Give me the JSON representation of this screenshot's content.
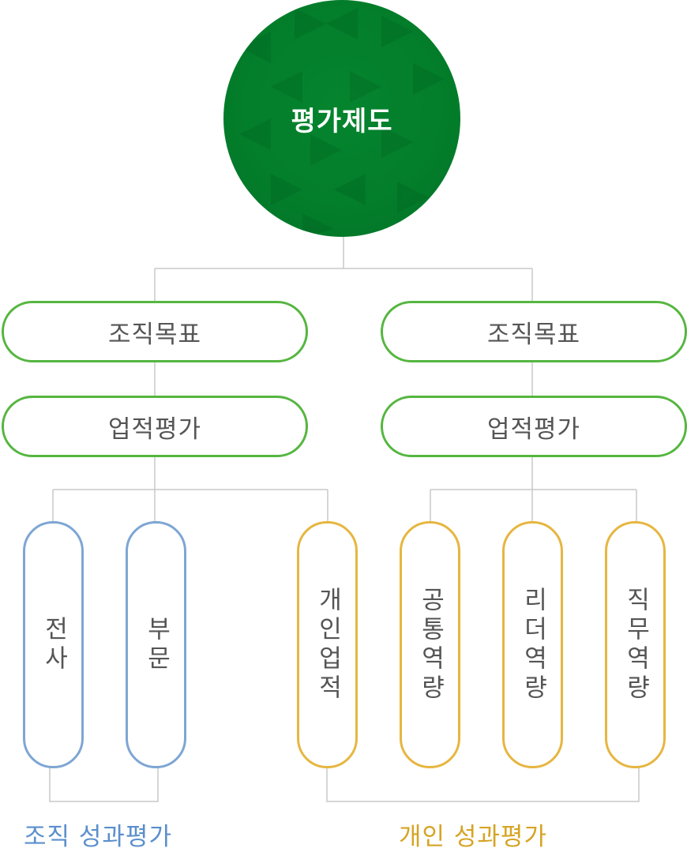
{
  "root": {
    "label": "평가제도",
    "color": "#037d2a"
  },
  "branches": [
    {
      "goal": "조직목표",
      "eval": "업적평가"
    },
    {
      "goal": "조직목표",
      "eval": "업적평가"
    }
  ],
  "leaves": [
    {
      "label": "전사",
      "group": "org"
    },
    {
      "label": "부문",
      "group": "org"
    },
    {
      "label": "개인업적",
      "group": "ind"
    },
    {
      "label": "공통역량",
      "group": "ind"
    },
    {
      "label": "리더역량",
      "group": "ind"
    },
    {
      "label": "직무역량",
      "group": "ind"
    }
  ],
  "groups": {
    "org": {
      "label": "조직 성과평가",
      "color": "#5b8fcc"
    },
    "ind": {
      "label": "개인 성과평가",
      "color": "#d6a424"
    }
  },
  "colors": {
    "branch_border": "#55b640",
    "connector": "#c9c9c9"
  }
}
